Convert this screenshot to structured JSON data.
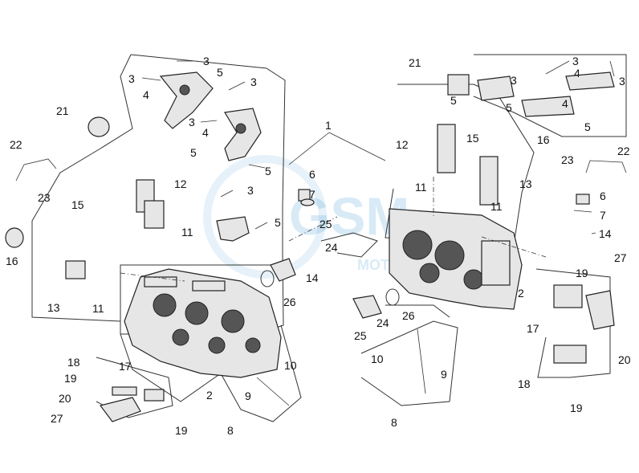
{
  "watermark": {
    "logo_text": "GSM",
    "subtitle": "MOTORS",
    "color": "#2f8fcf"
  },
  "labels": {
    "l1": "1",
    "l2a": "2",
    "l2b": "2",
    "l3a": "3",
    "l3b": "3",
    "l3c": "3",
    "l3d": "3",
    "l3e": "3",
    "l3f": "3",
    "l3g": "3",
    "l3h": "3",
    "l4a": "4",
    "l4b": "4",
    "l4c": "4",
    "l4d": "4",
    "l5a": "5",
    "l5b": "5",
    "l5c": "5",
    "l5d": "5",
    "l5e": "5",
    "l5f": "5",
    "l5g": "5",
    "l6a": "6",
    "l6b": "6",
    "l7a": "7",
    "l7b": "7",
    "l8a": "8",
    "l8b": "8",
    "l9a": "9",
    "l9b": "9",
    "l10a": "10",
    "l10b": "10",
    "l11a": "11",
    "l11b": "11",
    "l11c": "11",
    "l11d": "11",
    "l12a": "12",
    "l12b": "12",
    "l13a": "13",
    "l13b": "13",
    "l14a": "14",
    "l14b": "14",
    "l15a": "15",
    "l15b": "15",
    "l16a": "16",
    "l16b": "16",
    "l17a": "17",
    "l17b": "17",
    "l18a": "18",
    "l18b": "18",
    "l19a": "19",
    "l19b": "19",
    "l19c": "19",
    "l19d": "19",
    "l20a": "20",
    "l20b": "20",
    "l21a": "21",
    "l21b": "21",
    "l22a": "22",
    "l22b": "22",
    "l23a": "23",
    "l23b": "23",
    "l24a": "24",
    "l24b": "24",
    "l25a": "25",
    "l25b": "25",
    "l26a": "26",
    "l26b": "26",
    "l27a": "27",
    "l27b": "27"
  }
}
